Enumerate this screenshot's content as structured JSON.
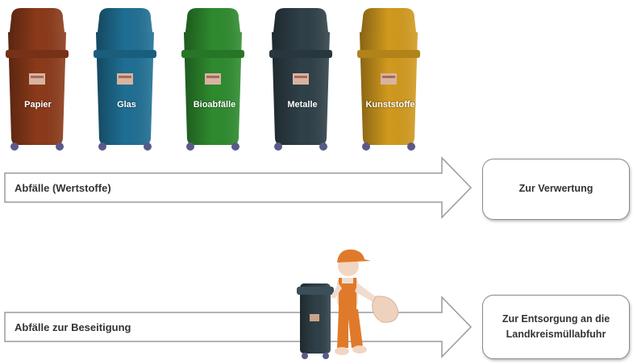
{
  "bins": [
    {
      "label": "Papier",
      "color": "#8B3A1A"
    },
    {
      "label": "Glas",
      "color": "#1F6F94"
    },
    {
      "label": "Bioabfälle",
      "color": "#2E8B2E"
    },
    {
      "label": "Metalle",
      "color": "#2F4048"
    },
    {
      "label": "Kunststoffe",
      "color": "#D19A1E"
    }
  ],
  "flows": {
    "recyclables": {
      "label": "Abfälle (Wertstoffe)",
      "destination": "Zur Verwertung"
    },
    "disposal": {
      "label": "Abfälle zur Beseitigung",
      "destination_line1": "Zur Entsorgung an die",
      "destination_line2": "Landkreismüllabfuhr"
    }
  },
  "colors": {
    "residual_bin": "#2F4048",
    "worker_orange": "#E07A2A",
    "arrow_outline": "#9a9a9a"
  }
}
